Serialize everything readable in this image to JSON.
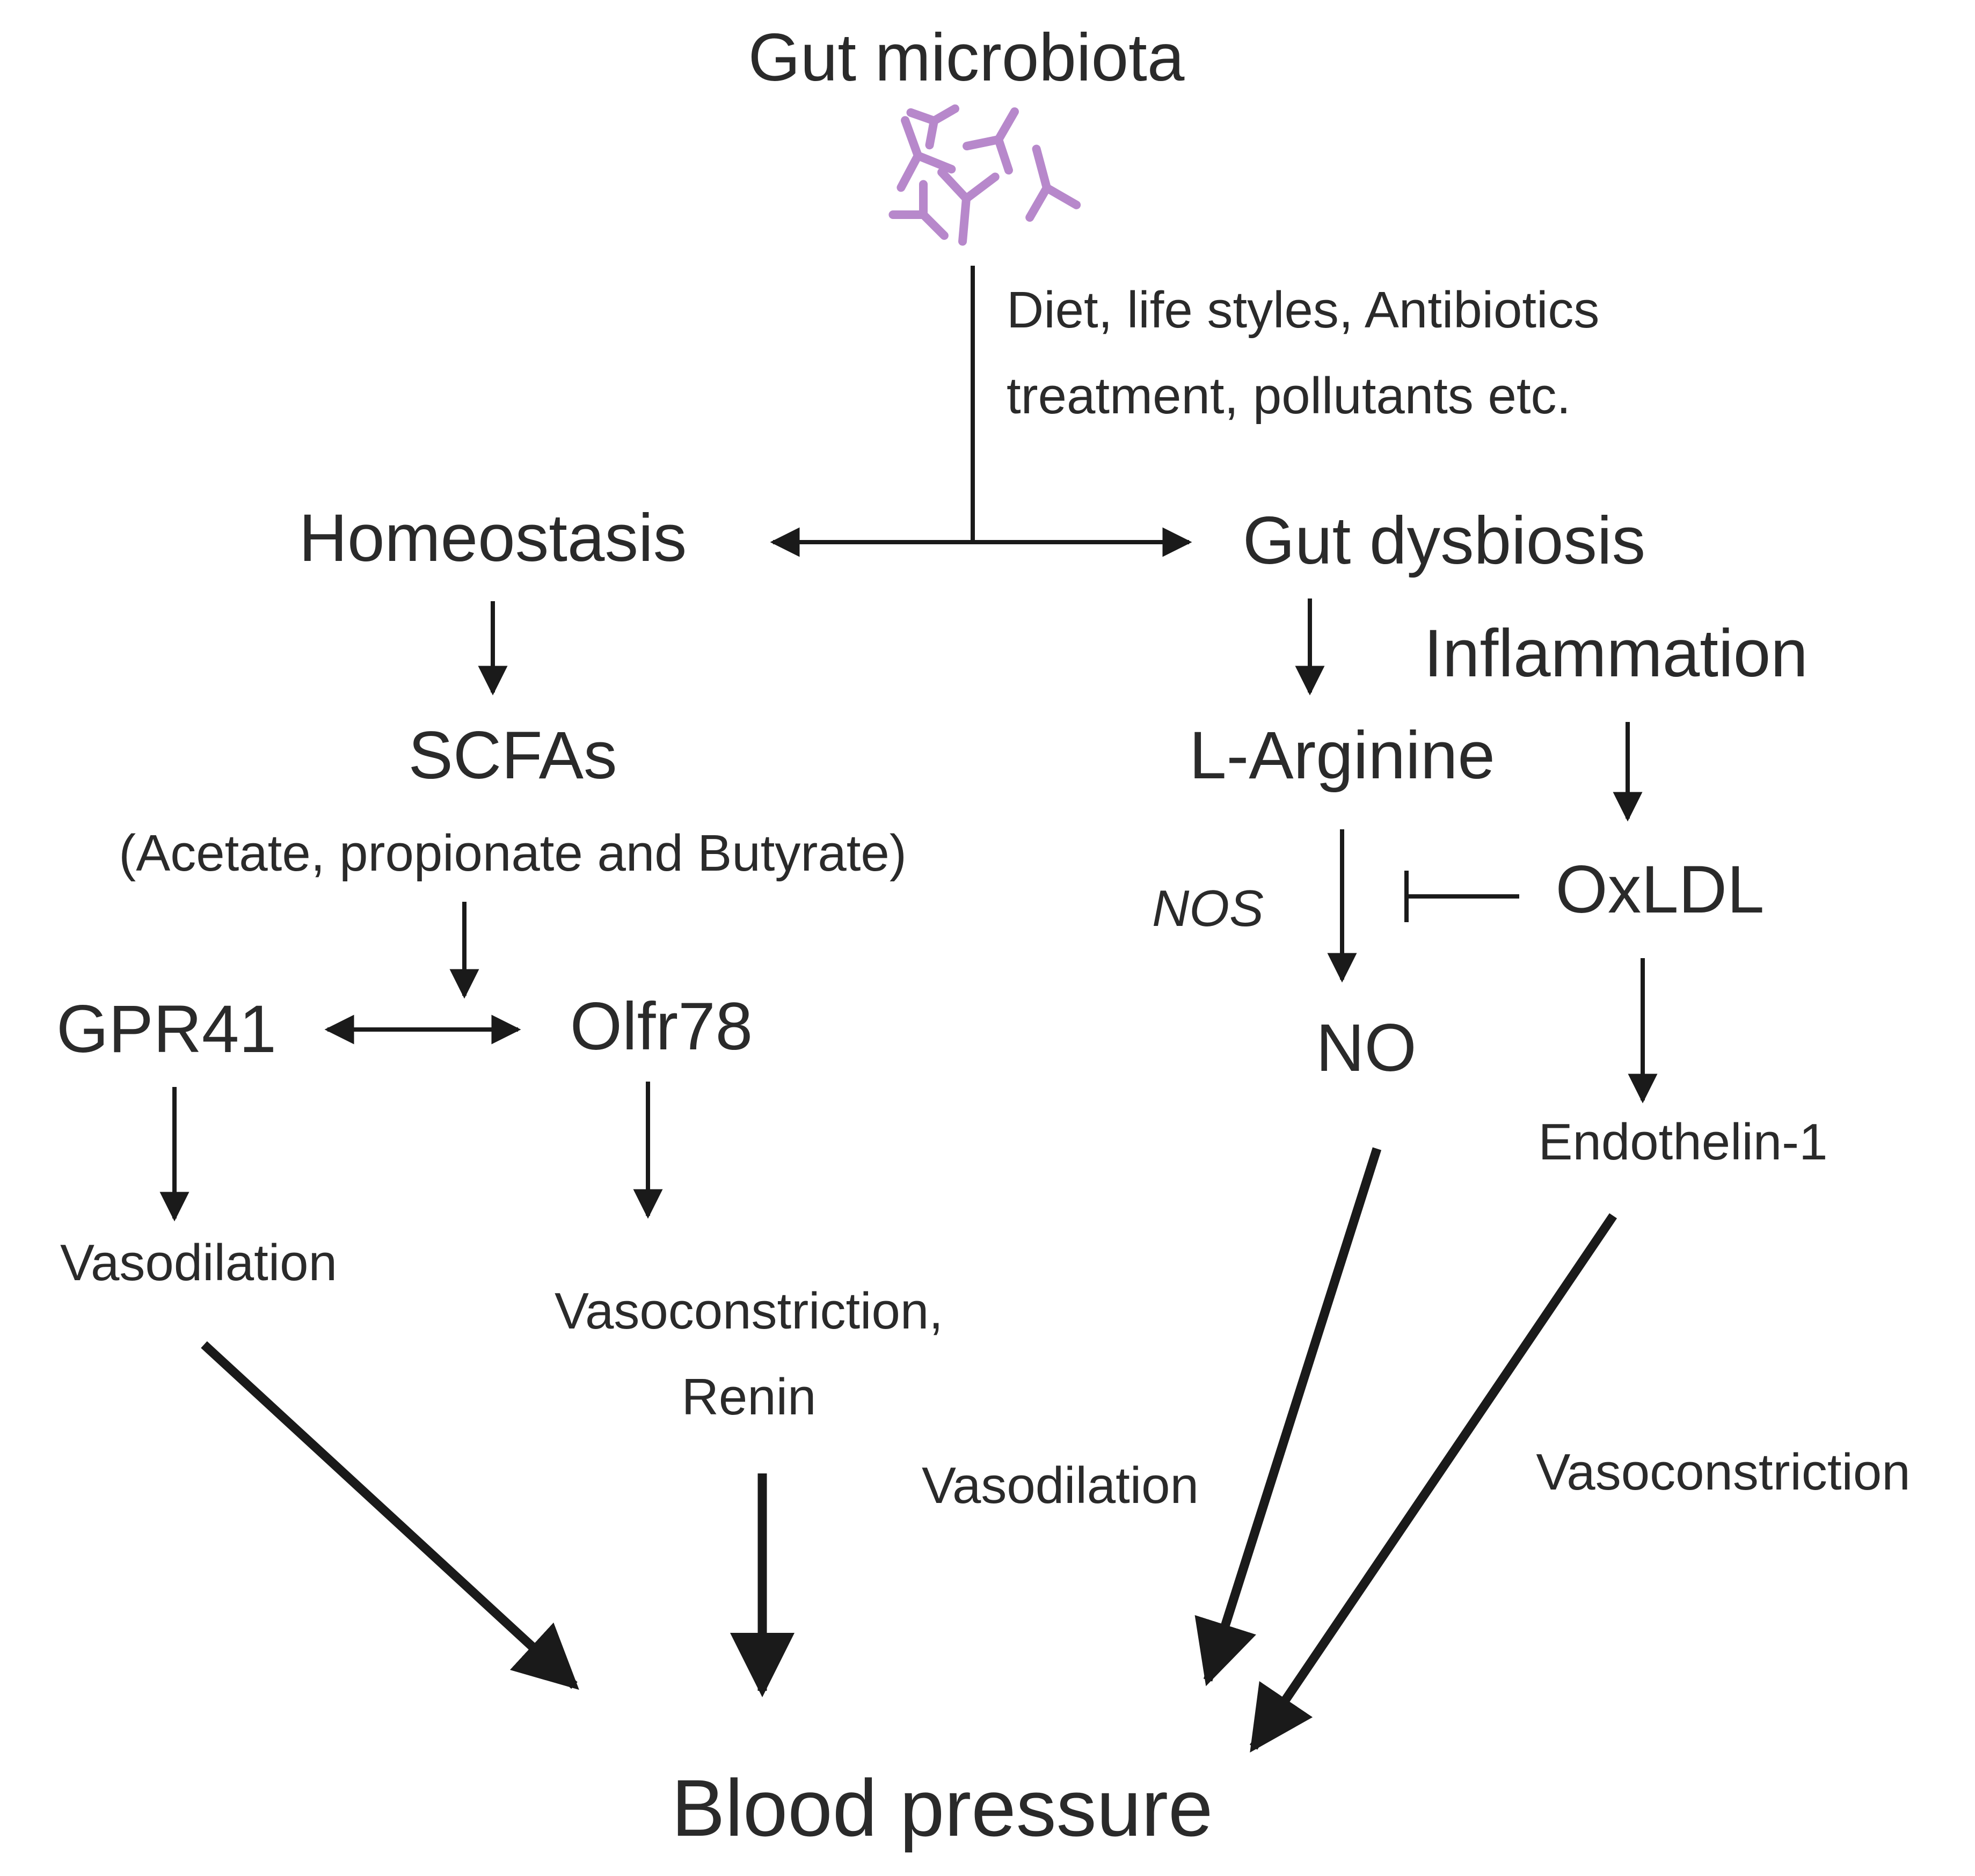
{
  "nodes": {
    "gut_microbiota": "Gut microbiota",
    "factors_line1": "Diet, life styles, Antibiotics",
    "factors_line2": "treatment, pollutants etc.",
    "homeostasis": "Homeostasis",
    "gut_dysbiosis": "Gut dysbiosis",
    "inflammation": "Inflammation",
    "scfas": "SCFAs",
    "scfas_detail": "(Acetate, propionate and Butyrate)",
    "l_arginine": "L-Arginine",
    "nos": "NOS",
    "oxldl": "OxLDL",
    "gpr41": "GPR41",
    "olfr78": "Olfr78",
    "no": "NO",
    "endothelin": "Endothelin-1",
    "vasodilation_left": "Vasodilation",
    "vasoconstriction_renin_line1": "Vasoconstriction,",
    "vasoconstriction_renin_line2": "Renin",
    "vasodilation_right": "Vasodilation",
    "vasoconstriction_right": "Vasoconstriction",
    "blood_pressure": "Blood pressure"
  },
  "colors": {
    "text": "#2a2a2a",
    "arrow": "#1a1a1a",
    "microbe": "#b07cc6"
  },
  "icons": {
    "microbiota": "microbiota-cluster-icon"
  }
}
